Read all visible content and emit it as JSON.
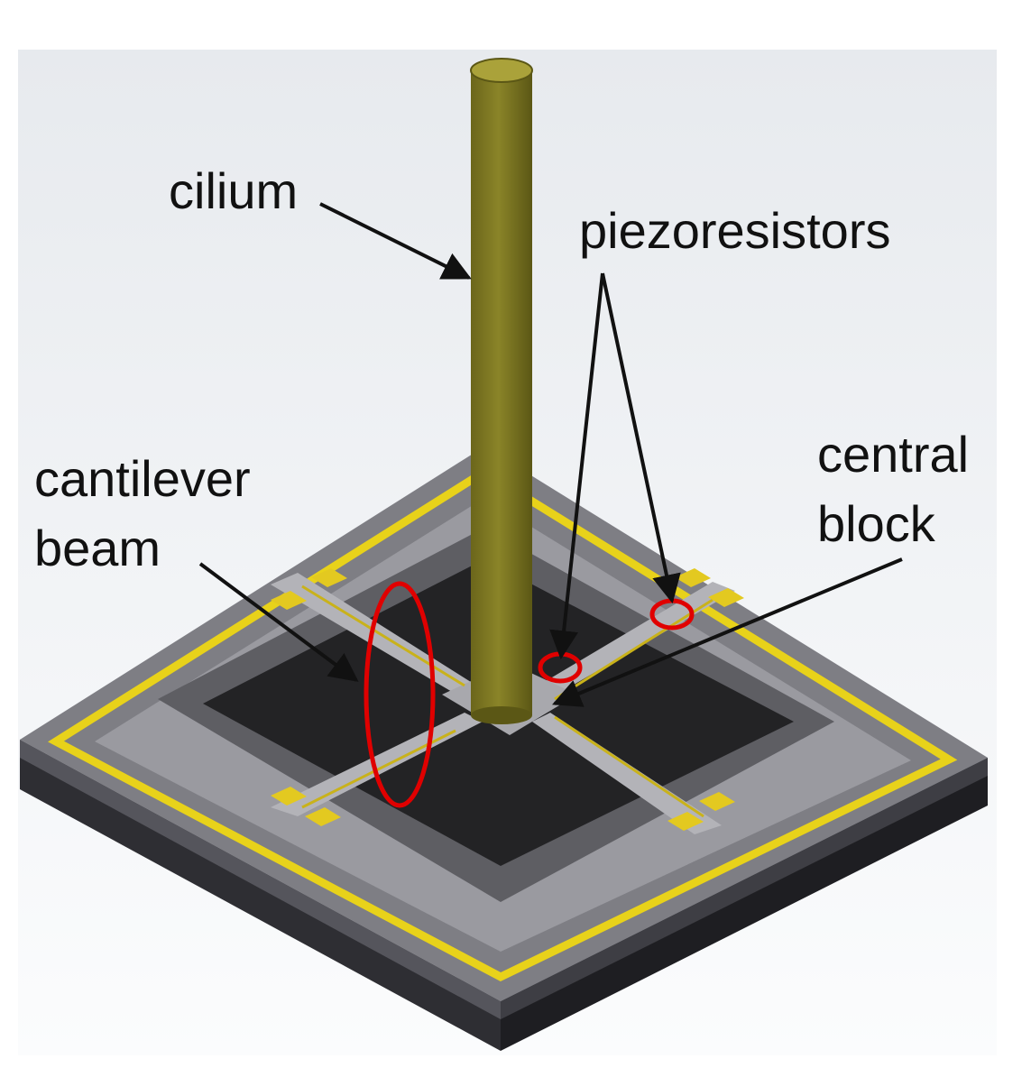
{
  "labels": {
    "cilium": "cilium",
    "piezoresistors": "piezoresistors",
    "central_line1": "central",
    "central_line2": "block",
    "cantilever_line1": "cantilever",
    "cantilever_line2": "beam"
  },
  "colors": {
    "background_top": "#e9ecef",
    "background_bottom": "#fbfcfd",
    "cilium": "#7a7420",
    "cilium_top": "#aaa23a",
    "frame_top": "#8b8b8f",
    "frame_inner": "#6c6c70",
    "side_light": "#5a5a60",
    "side_dark": "#2a2a2e",
    "cavity": "#232325",
    "gold_trace": "#e8d21a",
    "pad": "#e3c920",
    "highlight_circle": "#e00000",
    "arrow": "#111111"
  }
}
